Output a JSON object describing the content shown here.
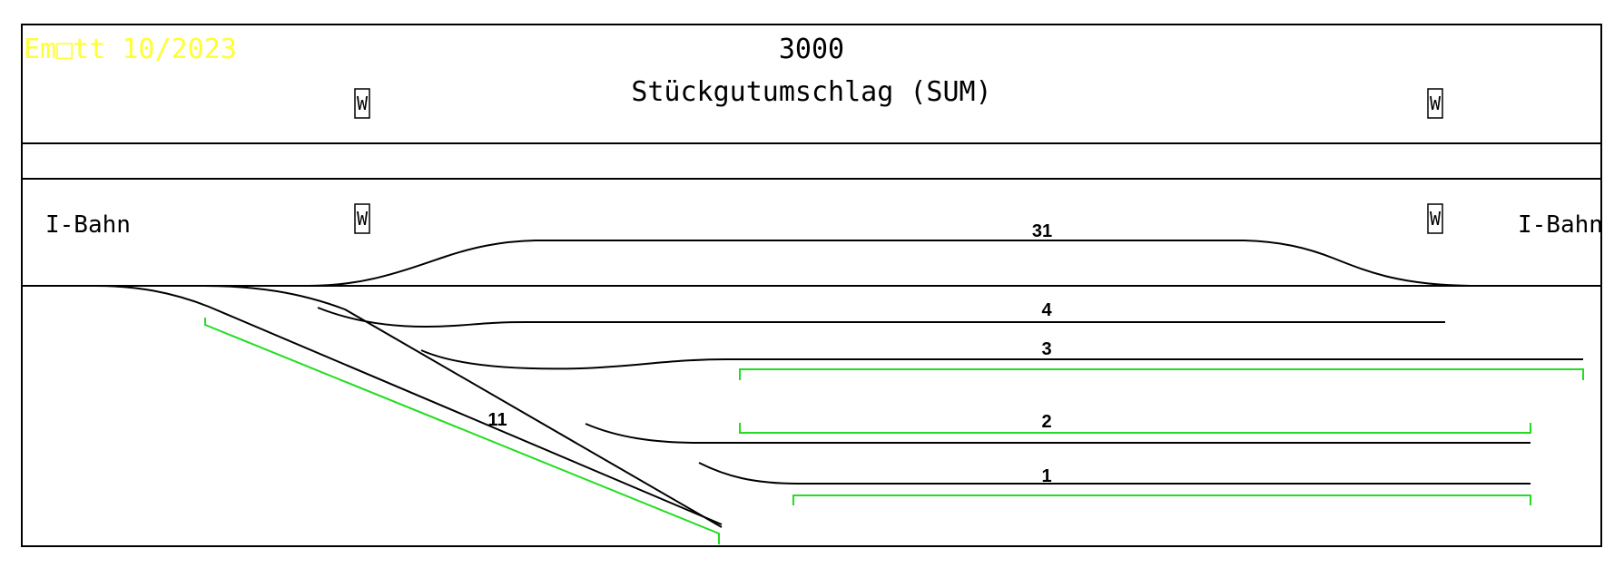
{
  "header": {
    "author": "Em□tt 10/2023",
    "station_number": "3000",
    "station_name": "Stückgutumschlag (SUM)"
  },
  "line_labels": {
    "left": "I-Bahn",
    "right": "I-Bahn"
  },
  "signs": [
    {
      "id": "header-left",
      "letter": "W"
    },
    {
      "id": "header-right",
      "letter": "W"
    },
    {
      "id": "track-left",
      "letter": "W"
    },
    {
      "id": "track-right",
      "letter": "W"
    }
  ],
  "tracks": [
    {
      "id": "31",
      "label": "31"
    },
    {
      "id": "4",
      "label": "4"
    },
    {
      "id": "3",
      "label": "3"
    },
    {
      "id": "2",
      "label": "2"
    },
    {
      "id": "1",
      "label": "1"
    },
    {
      "id": "11",
      "label": "11"
    }
  ],
  "colors": {
    "author_text": "#ffff33",
    "platform": "#22dd22",
    "track": "#000000"
  }
}
